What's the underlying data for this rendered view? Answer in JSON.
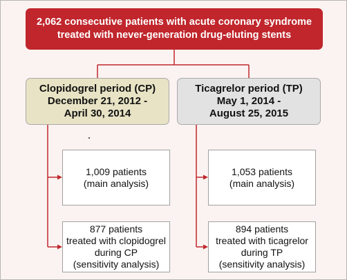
{
  "top": {
    "line1": "2,062 consecutive patients with acute coronary syndrome",
    "line2": "treated with never-generation drug-eluting stents"
  },
  "cp": {
    "line1": "Clopidogrel period (CP)",
    "line2": "December 21, 2012 -",
    "line3": "April 30, 2014",
    "main": {
      "line1": "1,009 patients",
      "line2": "(main analysis)"
    },
    "sensitivity": {
      "line1": "877 patients",
      "line2": "treated with clopidogrel",
      "line3": "during CP",
      "line4": "(sensitivity analysis)"
    }
  },
  "tp": {
    "line1": "Ticagrelor period (TP)",
    "line2": "May 1, 2014 -",
    "line3": "August 25, 2015",
    "main": {
      "line1": "1,053 patients",
      "line2": "(main analysis)"
    },
    "sensitivity": {
      "line1": "894 patients",
      "line2": "treated with ticagrelor",
      "line3": "during TP",
      "line4": "(sensitivity analysis)"
    }
  },
  "colors": {
    "top_box": "#c0262c",
    "connector": "#c0262c",
    "cp_box": "#e7e3c4",
    "tp_box": "#e2e2e2",
    "background": "#fbf3f1"
  }
}
